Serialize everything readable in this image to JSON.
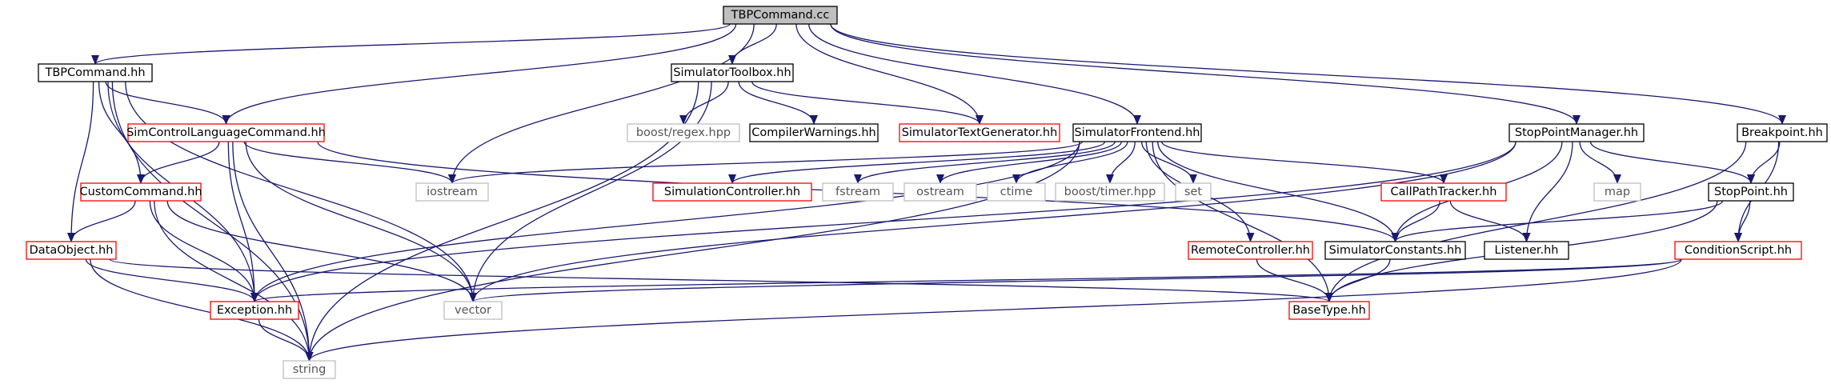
{
  "colors": {
    "edge": "#191970",
    "root_fill": "#bfbfbf",
    "border_documented": "#000000",
    "border_truncated": "#ff0000",
    "border_external": "#bfbfbf",
    "text_main": "#000000",
    "text_external": "#555555"
  },
  "nodes": [
    {
      "id": "tbpcommand_cc",
      "label": "TBPCommand.cc",
      "kind": "root"
    },
    {
      "id": "tbpcommand_hh",
      "label": "TBPCommand.hh",
      "kind": "documented"
    },
    {
      "id": "simulatortoolbox_hh",
      "label": "SimulatorToolbox.hh",
      "kind": "documented"
    },
    {
      "id": "simcontrollanguagecommand_hh",
      "label": "SimControlLanguageCommand.hh",
      "kind": "truncated"
    },
    {
      "id": "boost_regex_hpp",
      "label": "boost/regex.hpp",
      "kind": "external"
    },
    {
      "id": "compilerwarnings_hh",
      "label": "CompilerWarnings.hh",
      "kind": "documented"
    },
    {
      "id": "simulatortextgenerator_hh",
      "label": "SimulatorTextGenerator.hh",
      "kind": "truncated"
    },
    {
      "id": "simulatorfrontend_hh",
      "label": "SimulatorFrontend.hh",
      "kind": "documented"
    },
    {
      "id": "stoppointmanager_hh",
      "label": "StopPointManager.hh",
      "kind": "documented"
    },
    {
      "id": "breakpoint_hh",
      "label": "Breakpoint.hh",
      "kind": "documented"
    },
    {
      "id": "customcommand_hh",
      "label": "CustomCommand.hh",
      "kind": "truncated"
    },
    {
      "id": "iostream",
      "label": "iostream",
      "kind": "external"
    },
    {
      "id": "simulationcontroller_hh",
      "label": "SimulationController.hh",
      "kind": "truncated"
    },
    {
      "id": "fstream",
      "label": "fstream",
      "kind": "external"
    },
    {
      "id": "ostream",
      "label": "ostream",
      "kind": "external"
    },
    {
      "id": "ctime",
      "label": "ctime",
      "kind": "external"
    },
    {
      "id": "boost_timer_hpp",
      "label": "boost/timer.hpp",
      "kind": "external"
    },
    {
      "id": "set",
      "label": "set",
      "kind": "external"
    },
    {
      "id": "callpathtracker_hh",
      "label": "CallPathTracker.hh",
      "kind": "truncated"
    },
    {
      "id": "map",
      "label": "map",
      "kind": "external"
    },
    {
      "id": "stoppoint_hh",
      "label": "StopPoint.hh",
      "kind": "documented"
    },
    {
      "id": "dataobject_hh",
      "label": "DataObject.hh",
      "kind": "truncated"
    },
    {
      "id": "remotecontroller_hh",
      "label": "RemoteController.hh",
      "kind": "truncated"
    },
    {
      "id": "simulatorconstants_hh",
      "label": "SimulatorConstants.hh",
      "kind": "documented"
    },
    {
      "id": "listener_hh",
      "label": "Listener.hh",
      "kind": "documented"
    },
    {
      "id": "conditionscript_hh",
      "label": "ConditionScript.hh",
      "kind": "truncated"
    },
    {
      "id": "exception_hh",
      "label": "Exception.hh",
      "kind": "truncated"
    },
    {
      "id": "vector",
      "label": "vector",
      "kind": "external"
    },
    {
      "id": "basetype_hh",
      "label": "BaseType.hh",
      "kind": "truncated"
    },
    {
      "id": "string",
      "label": "string",
      "kind": "external"
    }
  ],
  "edges": [
    [
      "tbpcommand_cc",
      "tbpcommand_hh"
    ],
    [
      "tbpcommand_cc",
      "simcontrollanguagecommand_hh"
    ],
    [
      "tbpcommand_cc",
      "iostream"
    ],
    [
      "tbpcommand_cc",
      "simulatortoolbox_hh"
    ],
    [
      "tbpcommand_cc",
      "simulatortextgenerator_hh"
    ],
    [
      "tbpcommand_cc",
      "simulatorfrontend_hh"
    ],
    [
      "tbpcommand_cc",
      "stoppointmanager_hh"
    ],
    [
      "tbpcommand_cc",
      "breakpoint_hh"
    ],
    [
      "tbpcommand_hh",
      "simcontrollanguagecommand_hh"
    ],
    [
      "tbpcommand_hh",
      "customcommand_hh"
    ],
    [
      "tbpcommand_hh",
      "dataobject_hh"
    ],
    [
      "tbpcommand_hh",
      "exception_hh"
    ],
    [
      "tbpcommand_hh",
      "string"
    ],
    [
      "tbpcommand_hh",
      "vector"
    ],
    [
      "simcontrollanguagecommand_hh",
      "customcommand_hh"
    ],
    [
      "simcontrollanguagecommand_hh",
      "iostream"
    ],
    [
      "simcontrollanguagecommand_hh",
      "simulatorconstants_hh"
    ],
    [
      "simcontrollanguagecommand_hh",
      "exception_hh"
    ],
    [
      "simcontrollanguagecommand_hh",
      "vector"
    ],
    [
      "simcontrollanguagecommand_hh",
      "string"
    ],
    [
      "simulatortoolbox_hh",
      "boost_regex_hpp"
    ],
    [
      "simulatortoolbox_hh",
      "compilerwarnings_hh"
    ],
    [
      "simulatortoolbox_hh",
      "simulatortextgenerator_hh"
    ],
    [
      "simulatortoolbox_hh",
      "vector"
    ],
    [
      "simulatortoolbox_hh",
      "string"
    ],
    [
      "simulatorfrontend_hh",
      "iostream"
    ],
    [
      "simulatorfrontend_hh",
      "simulationcontroller_hh"
    ],
    [
      "simulatorfrontend_hh",
      "fstream"
    ],
    [
      "simulatorfrontend_hh",
      "ostream"
    ],
    [
      "simulatorfrontend_hh",
      "ctime"
    ],
    [
      "simulatorfrontend_hh",
      "boost_timer_hpp"
    ],
    [
      "simulatorfrontend_hh",
      "set"
    ],
    [
      "simulatorfrontend_hh",
      "callpathtracker_hh"
    ],
    [
      "simulatorfrontend_hh",
      "remotecontroller_hh"
    ],
    [
      "simulatorfrontend_hh",
      "simulatorconstants_hh"
    ],
    [
      "simulatorfrontend_hh",
      "exception_hh"
    ],
    [
      "simulatorfrontend_hh",
      "basetype_hh"
    ],
    [
      "simulatorfrontend_hh",
      "string"
    ],
    [
      "stoppointmanager_hh",
      "map"
    ],
    [
      "stoppointmanager_hh",
      "stoppoint_hh"
    ],
    [
      "stoppointmanager_hh",
      "listener_hh"
    ],
    [
      "stoppointmanager_hh",
      "simulatorconstants_hh"
    ],
    [
      "stoppointmanager_hh",
      "exception_hh"
    ],
    [
      "stoppointmanager_hh",
      "vector"
    ],
    [
      "breakpoint_hh",
      "stoppoint_hh"
    ],
    [
      "breakpoint_hh",
      "conditionscript_hh"
    ],
    [
      "breakpoint_hh",
      "basetype_hh"
    ],
    [
      "customcommand_hh",
      "dataobject_hh"
    ],
    [
      "customcommand_hh",
      "exception_hh"
    ],
    [
      "customcommand_hh",
      "vector"
    ],
    [
      "customcommand_hh",
      "string"
    ],
    [
      "dataobject_hh",
      "exception_hh"
    ],
    [
      "dataobject_hh",
      "string"
    ],
    [
      "dataobject_hh",
      "basetype_hh"
    ],
    [
      "callpathtracker_hh",
      "simulatorconstants_hh"
    ],
    [
      "callpathtracker_hh",
      "listener_hh"
    ],
    [
      "stoppoint_hh",
      "simulatorconstants_hh"
    ],
    [
      "stoppoint_hh",
      "conditionscript_hh"
    ],
    [
      "stoppoint_hh",
      "basetype_hh"
    ],
    [
      "remotecontroller_hh",
      "basetype_hh"
    ],
    [
      "simulatorconstants_hh",
      "basetype_hh"
    ],
    [
      "conditionscript_hh",
      "exception_hh"
    ],
    [
      "conditionscript_hh",
      "vector"
    ],
    [
      "conditionscript_hh",
      "string"
    ],
    [
      "exception_hh",
      "string"
    ]
  ]
}
